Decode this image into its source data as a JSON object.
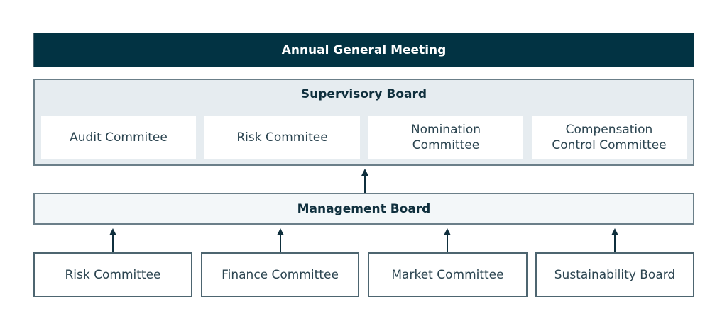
{
  "diagram": {
    "top": {
      "label": "Annual General Meeting"
    },
    "supervisory_board": {
      "title": "Supervisory Board",
      "committees": [
        {
          "label": "Audit Commitee"
        },
        {
          "label": "Risk Commitee"
        },
        {
          "label": "Nomination\nCommittee"
        },
        {
          "label": "Compensation\nControl Committee"
        }
      ]
    },
    "management_board": {
      "title": "Management Board"
    },
    "sub_committees": [
      {
        "label": "Risk Committee"
      },
      {
        "label": "Finance Committee"
      },
      {
        "label": "Market Committee"
      },
      {
        "label": "Sustainability Board"
      }
    ],
    "colors": {
      "dark": "#023343",
      "supervisory_bg": "#e6ecf0",
      "management_bg": "#f3f7f9",
      "border": "#6b7f89",
      "text": "#2b4450"
    }
  }
}
